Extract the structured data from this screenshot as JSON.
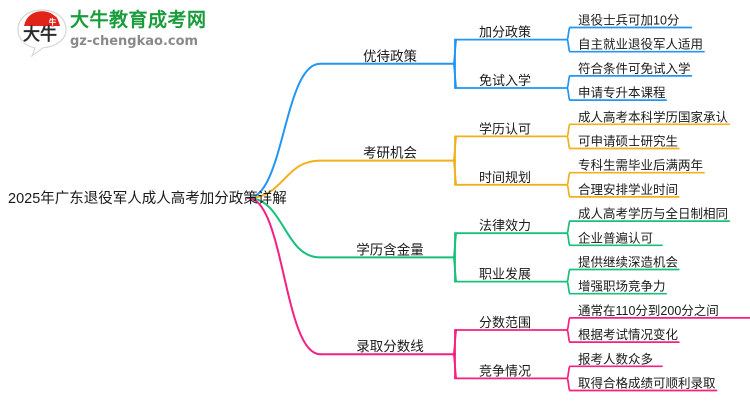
{
  "logo": {
    "mark_text": "大牛",
    "name": "大牛教育成考网",
    "url": "gz-chengkao.com",
    "name_color": "#1a9c3c",
    "url_color": "#8a8a8a",
    "mark_arc_color": "#e2231a"
  },
  "mindmap": {
    "root": "2025年广东退役军人成人高考加分政策详解",
    "branches": [
      {
        "label": "优待政策",
        "color": "#2196f3",
        "subs": [
          {
            "label": "加分政策",
            "leaves": [
              "退役士兵可加10分",
              "自主就业退役军人适用"
            ]
          },
          {
            "label": "免试入学",
            "leaves": [
              "符合条件可免试入学",
              "申请专升本课程"
            ]
          }
        ]
      },
      {
        "label": "考研机会",
        "color": "#f2b01e",
        "subs": [
          {
            "label": "学历认可",
            "leaves": [
              "成人高考本科学历国家承认",
              "可申请硕士研究生"
            ]
          },
          {
            "label": "时间规划",
            "leaves": [
              "专科生需毕业后满两年",
              "合理安排学业时间"
            ]
          }
        ]
      },
      {
        "label": "学历含金量",
        "color": "#18c07a",
        "subs": [
          {
            "label": "法律效力",
            "leaves": [
              "成人高考学历与全日制相同",
              "企业普遍认可"
            ]
          },
          {
            "label": "职业发展",
            "leaves": [
              "提供继续深造机会",
              "增强职场竞争力"
            ]
          }
        ]
      },
      {
        "label": "录取分数线",
        "color": "#f5207f",
        "subs": [
          {
            "label": "分数范围",
            "leaves": [
              "通常在110分到200分之间",
              "根据考试情况变化"
            ]
          },
          {
            "label": "竞争情况",
            "leaves": [
              "报考人数众多",
              "取得合格成绩可顺利录取"
            ]
          }
        ]
      }
    ]
  }
}
